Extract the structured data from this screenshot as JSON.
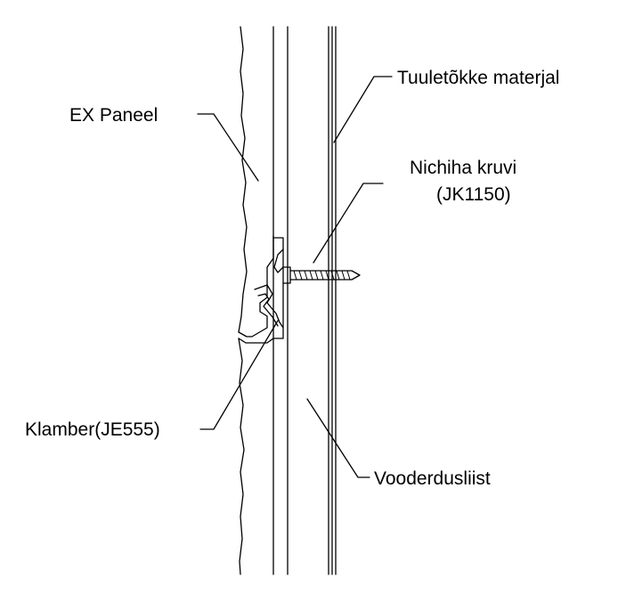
{
  "labels": {
    "ex_panel": "EX Paneel",
    "tuuletokke": "Tuuletõkke materjal",
    "nichiha_line1": "Nichiha kruvi",
    "nichiha_line2": "(JK1150)",
    "klamber": "Klamber(JE555)",
    "vooderdus": "Vooderdusliist"
  },
  "colors": {
    "stroke": "#000000",
    "background": "#ffffff"
  }
}
